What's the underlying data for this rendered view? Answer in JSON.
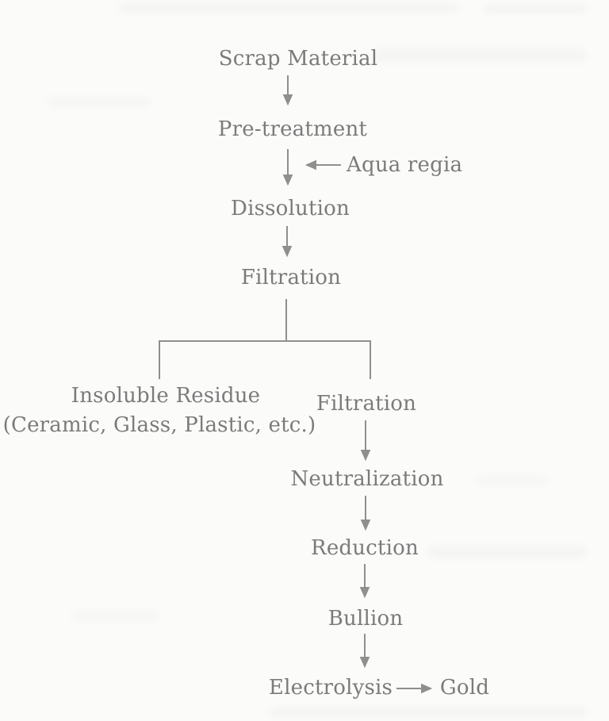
{
  "colors": {
    "text": "#7b7b7b",
    "connector": "#8f8f8f",
    "page_background": "#fbfbfa"
  },
  "diagram": {
    "main_flow": [
      {
        "label": "Scrap Material"
      },
      {
        "label": "Pre-treatment"
      },
      {
        "label": "Dissolution"
      },
      {
        "label": "Filtration"
      }
    ],
    "reagent_input": {
      "label": "Aqua regia"
    },
    "left_branch": {
      "label": "Insoluble Residue",
      "sublabel": "(Ceramic, Glass, Plastic, etc.)"
    },
    "right_branch": [
      {
        "label": "Filtration"
      },
      {
        "label": "Neutralization"
      },
      {
        "label": "Reduction"
      },
      {
        "label": "Bullion"
      },
      {
        "label": "Electrolysis"
      }
    ],
    "final_output": {
      "label": "Gold"
    },
    "edges": [
      {
        "from": "Scrap Material",
        "to": "Pre-treatment",
        "style": "arrow-down"
      },
      {
        "from": "Pre-treatment",
        "to": "Dissolution",
        "style": "arrow-down"
      },
      {
        "from": "Aqua regia",
        "to": "Pre-treatment/Dissolution stream",
        "style": "arrow-left"
      },
      {
        "from": "Dissolution",
        "to": "Filtration",
        "style": "arrow-down"
      },
      {
        "from": "Filtration",
        "to": "Insoluble Residue",
        "style": "branch-line"
      },
      {
        "from": "Filtration",
        "to": "Filtration (solution)",
        "style": "branch-line"
      },
      {
        "from": "Filtration (solution)",
        "to": "Neutralization",
        "style": "arrow-down"
      },
      {
        "from": "Neutralization",
        "to": "Reduction",
        "style": "arrow-down"
      },
      {
        "from": "Reduction",
        "to": "Bullion",
        "style": "arrow-down"
      },
      {
        "from": "Bullion",
        "to": "Electrolysis",
        "style": "arrow-down"
      },
      {
        "from": "Electrolysis",
        "to": "Gold",
        "style": "arrow-right"
      }
    ]
  }
}
